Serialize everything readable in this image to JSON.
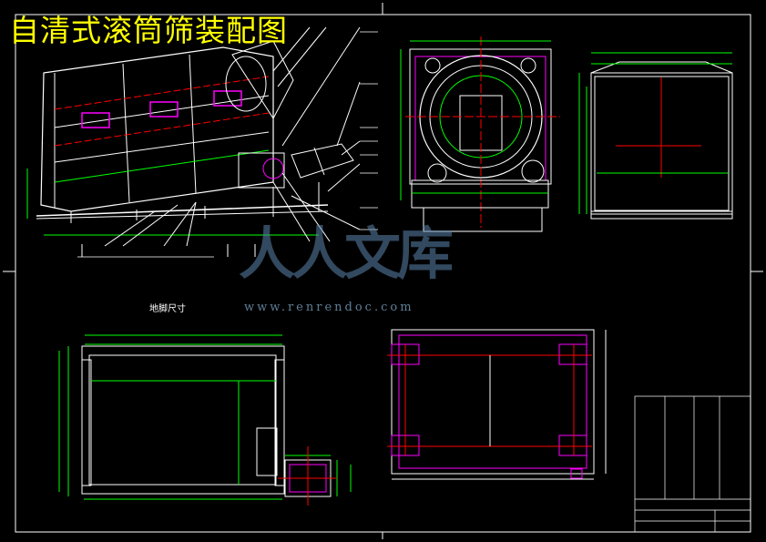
{
  "drawing": {
    "title": "自清式滚筒筛装配图",
    "section_label": "地脚尺寸",
    "watermark_text": "www.renrendoc.com",
    "watermark_logo": "人人文库"
  },
  "colors": {
    "background": "#000000",
    "outline": "#ffffff",
    "dimension": "#00ff00",
    "centerline": "#ff0000",
    "part": "#ff00ff",
    "title": "#ffff00"
  }
}
